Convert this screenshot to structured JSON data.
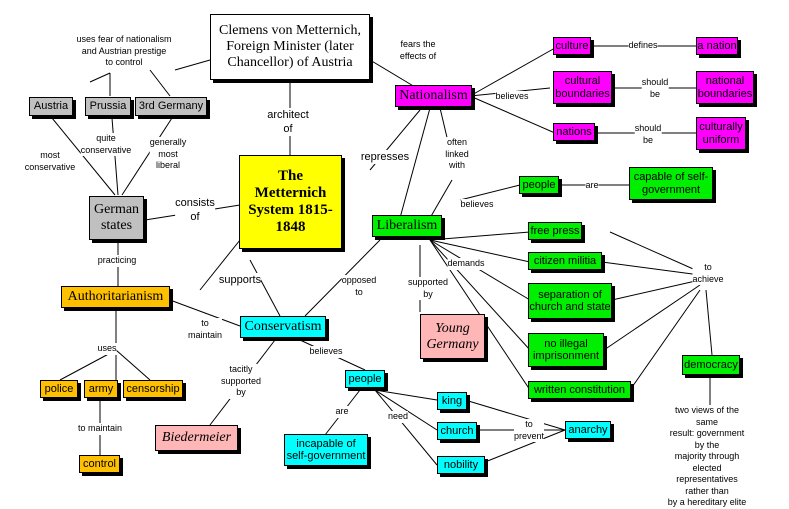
{
  "nodes": {
    "metternich": "Clemens von Metternich, Foreign Minister (later Chancellor) of Austria",
    "system": "The Metternich System 1815-1848",
    "austria": "Austria",
    "prussia": "Prussia",
    "third_germany": "3rd Germany",
    "german_states": "German states",
    "authoritarianism": "Authoritarianism",
    "police": "police",
    "army": "army",
    "censorship": "censorship",
    "control": "control",
    "conservatism": "Conservatism",
    "biedermeier": "Biedermeier",
    "people_cons": "people",
    "incapable": "incapable of self-government",
    "king": "king",
    "church": "church",
    "nobility": "nobility",
    "anarchy": "anarchy",
    "nationalism": "Nationalism",
    "culture": "culture",
    "cultural_boundaries": "cultural boundaries",
    "nations": "nations",
    "a_nation": "a nation",
    "national_boundaries": "national boundaries",
    "culturally_uniform": "culturally uniform",
    "liberalism": "Liberalism",
    "young_germany": "Young Germany",
    "people_lib": "people",
    "capable": "capable of self-government",
    "free_press": "free press",
    "citizen_militia": "citizen militia",
    "separation": "separation of church and state",
    "no_illegal": "no illegal imprisonment",
    "written_constitution": "written constitution",
    "democracy": "democracy"
  },
  "labels": {
    "uses_fear": "uses fear of nationalism\nand Austrian prestige\nto control",
    "most_conservative": "most\nconservative",
    "quite_conservative": "quite\nconservative",
    "generally_liberal": "generally\nmost\nliberal",
    "architect_of": "architect\nof",
    "fears_effects": "fears the\neffects of",
    "believes_nat": "believes",
    "defines": "defines",
    "should_be_1": "should\nbe",
    "should_be_2": "should\nbe",
    "often_linked": "often\nlinked\nwith",
    "represses": "represses",
    "consists_of": "consists\nof",
    "practicing": "practicing",
    "supports": "supports",
    "to_maintain_cons": "to\nmaintain",
    "uses": "uses",
    "to_maintain": "to maintain",
    "opposed_to": "opposed\nto",
    "supported_by": "supported\nby",
    "believes_lib": "believes",
    "are_lib": "are",
    "demands": "demands",
    "to_achieve": "to\nachieve",
    "tacitly_supported_by": "tacitly\nsupported\nby",
    "believes_cons": "believes",
    "are_cons": "are",
    "need": "need",
    "to_prevent": "to\nprevent",
    "two_views": "two views of the same\nresult: government by the\nmajority through elected\nrepresentatives rather than\nby a hereditary elite"
  }
}
